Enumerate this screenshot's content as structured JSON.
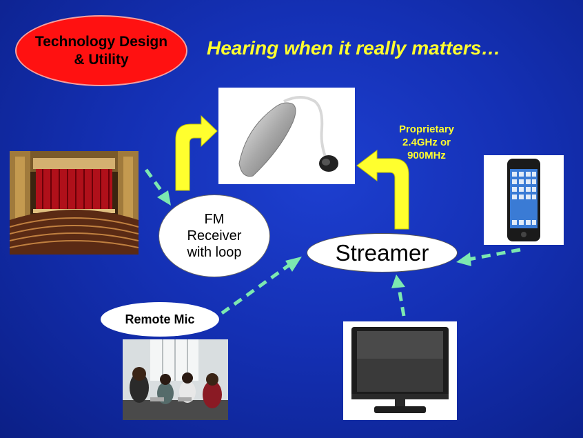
{
  "badge": {
    "line1": "Technology Design",
    "line2": "& Utility"
  },
  "title": "Hearing when it really matters…",
  "protocol": {
    "line1": "Proprietary",
    "line2": "2.4GHz or",
    "line3": "900MHz"
  },
  "fm": {
    "line1": "FM",
    "line2": "Receiver",
    "line3": "with loop"
  },
  "streamer": "Streamer",
  "remote_mic": "Remote Mic",
  "colors": {
    "background": "#1430b4",
    "badge": "#ff1111",
    "title": "#ffff2e",
    "arrow_yellow": "#ffff2e",
    "arrow_dashed": "#7ce8b0"
  },
  "icons": {
    "hearing_aid": "hearing-aid-image",
    "theater": "theater-photo",
    "phone": "smartphone-image",
    "tv": "flat-tv-image",
    "meeting": "meeting-photo"
  }
}
